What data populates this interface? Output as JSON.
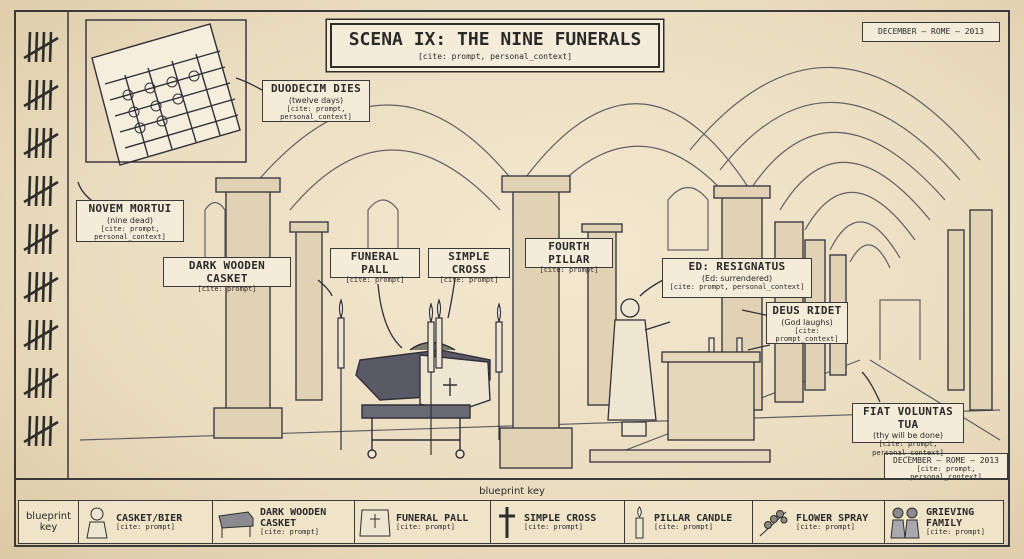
{
  "title": {
    "main": "SCENA IX: THE NINE FUNERALS",
    "cite": "[cite: prompt, personal_context]"
  },
  "corner_top_right": "DECEMBER — ROME — 2013",
  "corner_bottom_right": {
    "line1": "DECEMBER — ROME — 2013",
    "line2": "[cite: prompt, personal_context]"
  },
  "labels": {
    "duodecim": {
      "main": "DUODECIM DIES",
      "sub": "(twelve days)",
      "cite": "[cite: prompt, personal_context]"
    },
    "novem": {
      "main": "NOVEM MORTUI",
      "sub": "(nine dead)",
      "cite": "[cite: prompt, personal_context]"
    },
    "casket": {
      "main": "DARK WOODEN CASKET",
      "cite": "[cite: prompt]"
    },
    "pall": {
      "main": "FUNERAL PALL",
      "cite": "[cite: prompt]"
    },
    "cross": {
      "main": "SIMPLE CROSS",
      "cite": "[cite: prompt]"
    },
    "fourth_pillar": {
      "main": "FOURTH PILLAR",
      "cite": "[cite: prompt]"
    },
    "resignatus": {
      "main": "ED: RESIGNATUS",
      "sub": "(Ed: surrendered)",
      "cite": "[cite: prompt, personal_context]"
    },
    "deus": {
      "main": "DEUS RIDET",
      "sub": "(God laughs)",
      "cite": "[cite: prompt_context]"
    },
    "fiat": {
      "main": "FIAT VOLUNTAS TUA",
      "sub": "(thy will be done)",
      "cite": "[cite: prompt, personal_context]"
    }
  },
  "tally": {
    "count": 9
  },
  "key": {
    "title": "blueprint key",
    "first": "blueprint key",
    "items": [
      {
        "name": "CASKET/BIER",
        "cite": "[cite: prompt]",
        "icon": "priest-icon"
      },
      {
        "name": "DARK WOODEN CASKET",
        "cite": "[cite: prompt]",
        "icon": "casket-icon"
      },
      {
        "name": "FUNERAL PALL",
        "cite": "[cite: prompt]",
        "icon": "pall-icon"
      },
      {
        "name": "SIMPLE CROSS",
        "cite": "[cite: prompt]",
        "icon": "cross-icon"
      },
      {
        "name": "PILLAR CANDLE",
        "cite": "[cite: prompt]",
        "icon": "candle-icon"
      },
      {
        "name": "FLOWER SPRAY",
        "cite": "[cite: prompt]",
        "icon": "flower-icon"
      },
      {
        "name": "GRIEVING FAMILY",
        "cite": "[cite: prompt]",
        "icon": "family-icon"
      }
    ]
  },
  "colors": {
    "ink": "#2e2e2e",
    "paper": "#f4ecd8",
    "sepia": "#e9dcc0"
  }
}
